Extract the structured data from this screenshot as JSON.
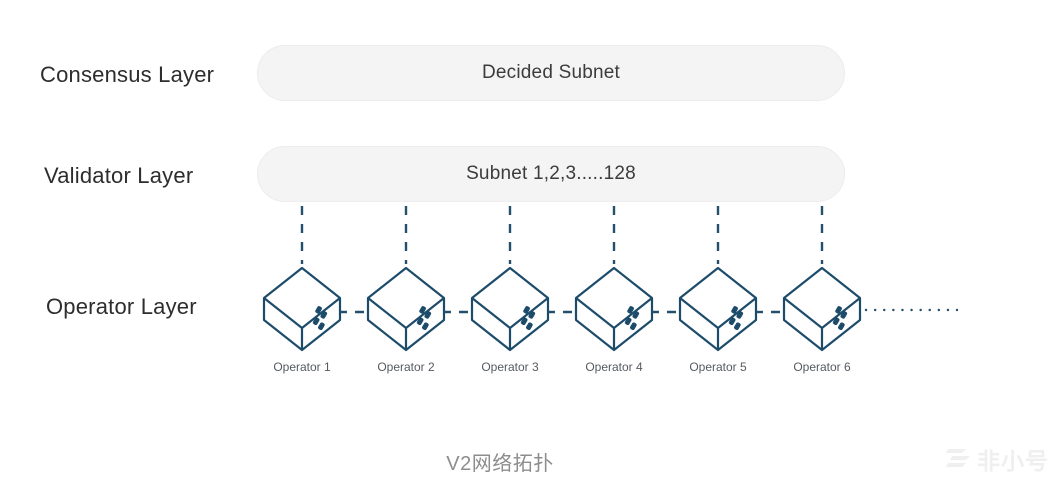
{
  "diagram": {
    "layers": [
      {
        "label": "Consensus Layer",
        "pill": "Decided Subnet"
      },
      {
        "label": "Validator Layer",
        "pill": "Subnet 1,2,3.....128"
      },
      {
        "label": "Operator Layer"
      }
    ],
    "operators": [
      "Operator 1",
      "Operator 2",
      "Operator 3",
      "Operator 4",
      "Operator 5",
      "Operator 6"
    ],
    "operators_continuation": "dotted-line-more-operators",
    "caption": "V2网络拓扑",
    "watermark": {
      "brand": "非小号"
    }
  },
  "colors": {
    "background": "#ffffff",
    "connector_navy": "#24506e",
    "cube_stroke": "#1d4c6b",
    "pill_background": "#f4f4f4",
    "pill_border": "#ececec",
    "layer_label_text": "#2d2d2d",
    "pill_text": "#3c3c3c",
    "operator_label_text": "#565b61",
    "caption_text": "#8d8d8d",
    "watermark_text": "#efefef"
  }
}
